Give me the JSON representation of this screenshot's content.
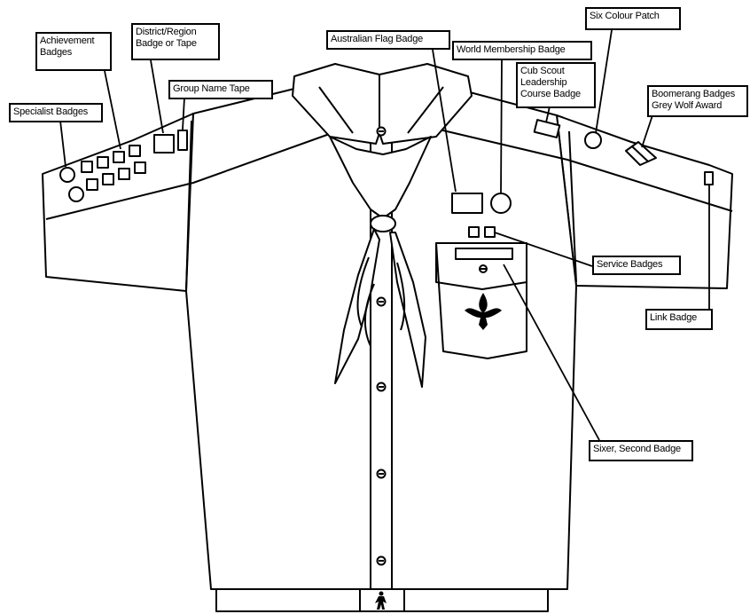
{
  "labels": {
    "achievement": [
      "Achievement",
      "Badges"
    ],
    "district": [
      "District/Region",
      "Badge or Tape"
    ],
    "group_tape": [
      "Group Name Tape"
    ],
    "specialist": [
      "Specialist Badges"
    ],
    "flag": [
      "Australian Flag Badge"
    ],
    "world": [
      "World Membership Badge"
    ],
    "cub_course": [
      "Cub Scout",
      "Leadership",
      "Course Badge"
    ],
    "six_colour": [
      "Six Colour Patch"
    ],
    "boomerang": [
      "Boomerang Badges",
      "Grey Wolf Award"
    ],
    "service": [
      "Service Badges"
    ],
    "link": [
      "Link Badge"
    ],
    "sixer": [
      "Sixer, Second Badge"
    ]
  },
  "icons": {
    "pocket_emblem": "fleur-de-lis-icon",
    "belt_emblem": "scout-figure-icon"
  },
  "colors": {
    "stroke": "#000000",
    "background": "#ffffff"
  }
}
